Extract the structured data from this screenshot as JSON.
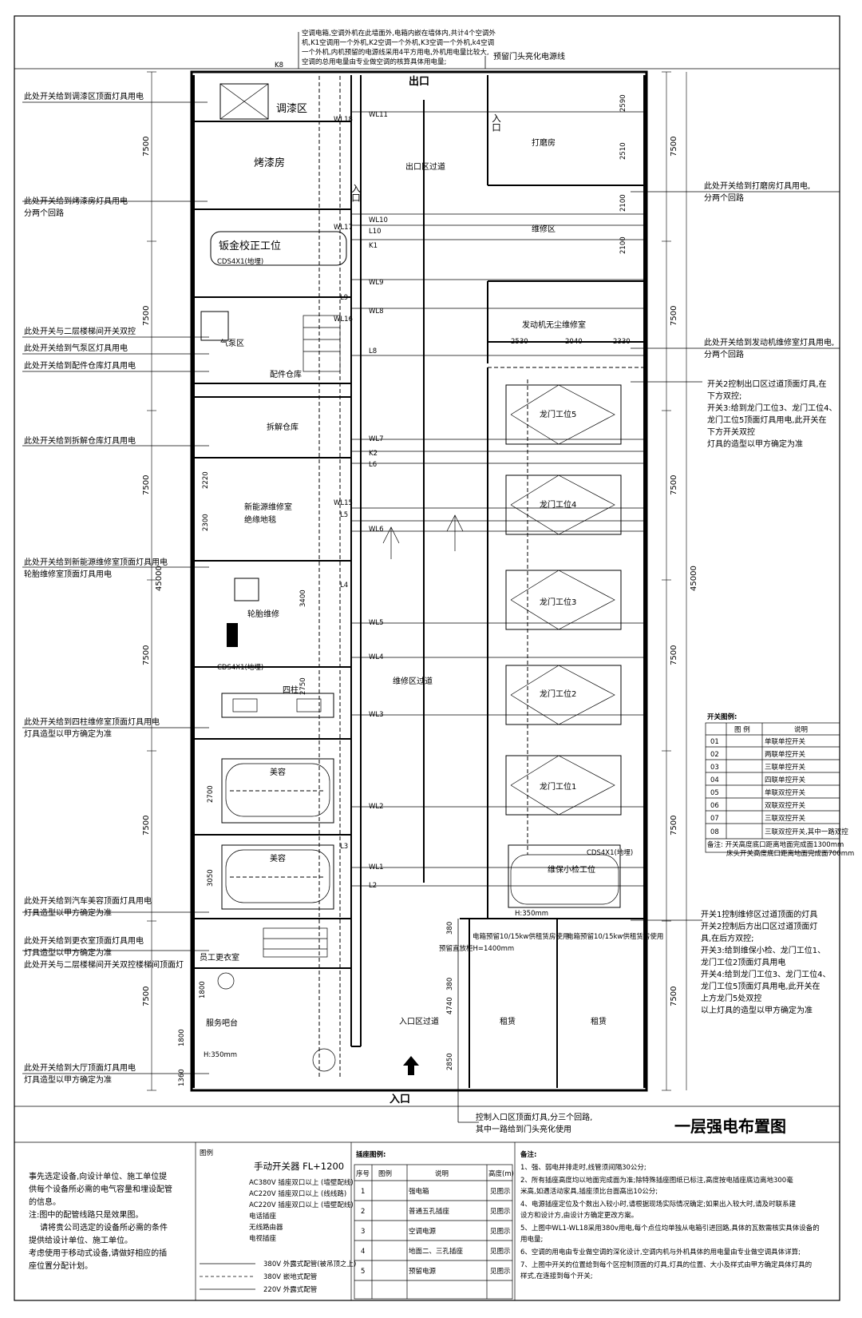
{
  "title": "一层强电布置图",
  "door_labels": {
    "exit": "出口",
    "entry": "入口",
    "side_entry_1": "入口",
    "side_entry_2": "入口"
  },
  "top_notes": {
    "ac_note": [
      "空调电箱,空调外机在此墙面外,电箱内嵌在墙体内,共计4个空调外",
      "机,K1空调用一个外机,K2空调一个外机,K3空调一个外机,k4空调",
      "一个外机,内机预留的电源线采用4平方用电,外机用电量比较大,",
      "空调的总用电量由专业做空调的核算具体用电量;"
    ],
    "door_light": "预留门头亮化电源线",
    "k8": "K8"
  },
  "rooms": {
    "paint_mix": "调漆区",
    "paint_bake": "烤漆房",
    "sheet_metal": "钣金校正工位",
    "air_pump": "气泵区",
    "parts_store": "配件仓库",
    "disassembly_store": "拆解仓库",
    "ev_repair": "新能源维修室",
    "insulation_floor": "绝缘地毯",
    "tire_repair": "轮胎维修",
    "four_post": "四柱",
    "beauty1": "美容",
    "beauty2": "美容",
    "staff_locker": "员工更衣室",
    "service_desk": "服务吧台",
    "exit_aisle": "出口区过道",
    "repair_aisle": "维修区过道",
    "entry_aisle": "入口区过道",
    "polish_room": "打磨房",
    "repair_zone": "维修区",
    "engine_room": "发动机无尘维修室",
    "gantry5": "龙门工位5",
    "gantry4": "龙门工位4",
    "gantry3": "龙门工位3",
    "gantry2": "龙门工位2",
    "gantry1": "龙门工位1",
    "quick_check": "维保小检工位",
    "rent1": "租赁",
    "rent2": "租赁"
  },
  "small_labels": {
    "cds1": "CDS4X1(地埋)",
    "cds2": "CDS4X1(地埋)",
    "cds3": "CDS4X1(地埋)",
    "h350a": "H:350mm",
    "h350b": "H:350mm",
    "box_reserve_1": "电箱预留10/15kw供租赁房使用",
    "box_reserve_2": "电箱预留10/15kw供租赁房使用",
    "box_height": "预留直放柜H=1400mm"
  },
  "circuits": [
    "WL11",
    "WL18",
    "WL10",
    "L10",
    "WL17",
    "K1",
    "WL9",
    "L9",
    "WL8",
    "WL16",
    "L8",
    "WL7",
    "K2",
    "L6",
    "WL15",
    "L5",
    "WL6",
    "L4",
    "WL5",
    "WL4",
    "WL3",
    "WL2",
    "L3",
    "WL1",
    "L2"
  ],
  "left_notes": [
    [
      "此处开关给到调漆区顶面灯具用电"
    ],
    [
      "此处开关给到烤漆房灯具用电",
      "分两个回路"
    ],
    [
      "此处开关与二层楼梯间开关双控"
    ],
    [
      "此处开关给到气泵区灯具用电"
    ],
    [
      "此处开关给到配件仓库灯具用电"
    ],
    [
      "此处开关给到拆解仓库灯具用电"
    ],
    [
      "此处开关给到新能源维修室顶面灯具用电",
      "轮胎维修室顶面灯具用电"
    ],
    [
      "此处开关给到四柱维修室顶面灯具用电",
      "灯具造型以甲方确定为准"
    ],
    [
      "此处开关给到汽车美容顶面灯具用电",
      "灯具造型以甲方确定为准"
    ],
    [
      "此处开关给到更衣室顶面灯具用电",
      "灯具造型以甲方确定为准",
      "此处开关与二层楼梯间开关双控楼梯间顶面灯"
    ],
    [
      "此处开关给到大厅顶面灯具用电",
      "灯具造型以甲方确定为准"
    ]
  ],
  "right_notes": [
    [
      "此处开关给到打磨房灯具用电,",
      "分两个回路"
    ],
    [
      "此处开关给到发动机维修室灯具用电,",
      "分两个回路"
    ],
    [
      "开关2控制出口区过道顶面灯具,在",
      "下方双控;",
      "开关3:给到龙门工位3、龙门工位4、",
      "龙门工位5顶面灯具用电,此开关在",
      "下方开关双控",
      "灯具的造型以甲方确定为准"
    ],
    [
      "开关1控制维修区过道顶面的灯具",
      "开关2控制后方出口区过道顶面灯",
      "具,在后方双控;",
      "开关3:给到维保小检、龙门工位1、",
      "龙门工位2顶面灯具用电",
      "开关4:给到龙门工位3、龙门工位4、",
      "龙门工位5顶面灯具用电,此开关在",
      "上方龙门5处双控",
      "以上灯具的造型以甲方确定为准"
    ]
  ],
  "bottom_note": [
    "控制入口区顶面灯具,分三个回路,",
    "其中一路给到门头亮化使用"
  ],
  "dims": {
    "left": [
      "7500",
      "7500",
      "7500",
      "7500",
      "7500",
      "7500"
    ],
    "right": [
      "7500",
      "7500",
      "7500",
      "7500",
      "7500",
      "7500"
    ],
    "total_right": "45000",
    "total_left": "45000",
    "inner": [
      "2590",
      "2510",
      "2100",
      "2100",
      "2530",
      "2040",
      "2330",
      "2220",
      "2300",
      "3400",
      "2750",
      "2700",
      "3050",
      "4740",
      "2850",
      "1800",
      "1800",
      "1360",
      "380",
      "380"
    ]
  },
  "switch_legend": {
    "title": "开关图例:",
    "headers": [
      "图 例",
      "说明"
    ],
    "rows": [
      [
        "01",
        "单联单控开关"
      ],
      [
        "02",
        "两联单控开关"
      ],
      [
        "03",
        "三联单控开关"
      ],
      [
        "04",
        "四联单控开关"
      ],
      [
        "05",
        "单联双控开关"
      ],
      [
        "06",
        "双联双控开关"
      ],
      [
        "07",
        "三联双控开关"
      ],
      [
        "08",
        "三联双控开关,其中一路双控"
      ]
    ],
    "note": [
      "备注: 开关高度底口距离地面完成面1300mm",
      "床头开关高度底口距离地面完成面700mm"
    ]
  },
  "intro": [
    "事先选定设备,向设计单位、施工单位提",
    "供每个设备所必需的电气容量和埋设配管",
    "的信息。",
    "注:图中的配管线路只是效果图。",
    "请将贵公司选定的设备所必需的条件",
    "提供给设计单位、施工单位。",
    "考虑使用于移动式设备,请做好相应的插",
    "座位置分配计划。"
  ],
  "manual_legend": {
    "tag": "图例",
    "title": "手动开关器 FL+1200",
    "items": [
      "AC380V 插座双口以上 (墙壁配线)",
      "AC220V 插座双口以上 (线线路)",
      "AC220V 插座双口以上 (墙壁配线)",
      "电话插座",
      "无线路由器",
      "电视插座"
    ],
    "lines": [
      "380V 外露式配管(被吊顶之上)",
      "380V 嵌地式配管",
      "220V 外露式配管"
    ]
  },
  "socket_legend": {
    "title": "插座图例:",
    "headers": [
      "序号",
      "图例",
      "说明",
      "高度(m)"
    ],
    "rows": [
      [
        "1",
        "强电箱",
        "见图示"
      ],
      [
        "2",
        "普通五孔插座",
        "见图示"
      ],
      [
        "3",
        "空调电源",
        "见图示"
      ],
      [
        "4",
        "地面二、三孔插座",
        "见图示"
      ],
      [
        "5",
        "预留电源",
        "见图示"
      ]
    ]
  },
  "remarks": {
    "title": "备注:",
    "lines": [
      "1、强、弱电并排走时,线管须间隔30公分;",
      "2、所有插座高度均以地面完成面为准;除特殊插座图纸已标注,高度按电插座底边离地300毫",
      "米高,如遇活动家具,插座须比台面高出10公分;",
      "4、电源插座定位及个数出入较小时,请根据现场实际情况确定;如果出入较大时,请及时联系建",
      "设方和设计方,由设计方确定更改方案。",
      "5、上图中WL1-WL18采用380v用电,每个点位均单独从电箱引进回路,具体的瓦数需核实具体设备的",
      "用电量;",
      "6、空调的用电由专业做空调的深化设计,空调内机与外机具体的用电量由专业做空调具体详算;",
      "7、上图中开关的位置给到每个区控制顶面的灯具,灯具的位置、大小及样式由甲方确定具体灯具的",
      "样式,在连接到每个开关;"
    ]
  }
}
